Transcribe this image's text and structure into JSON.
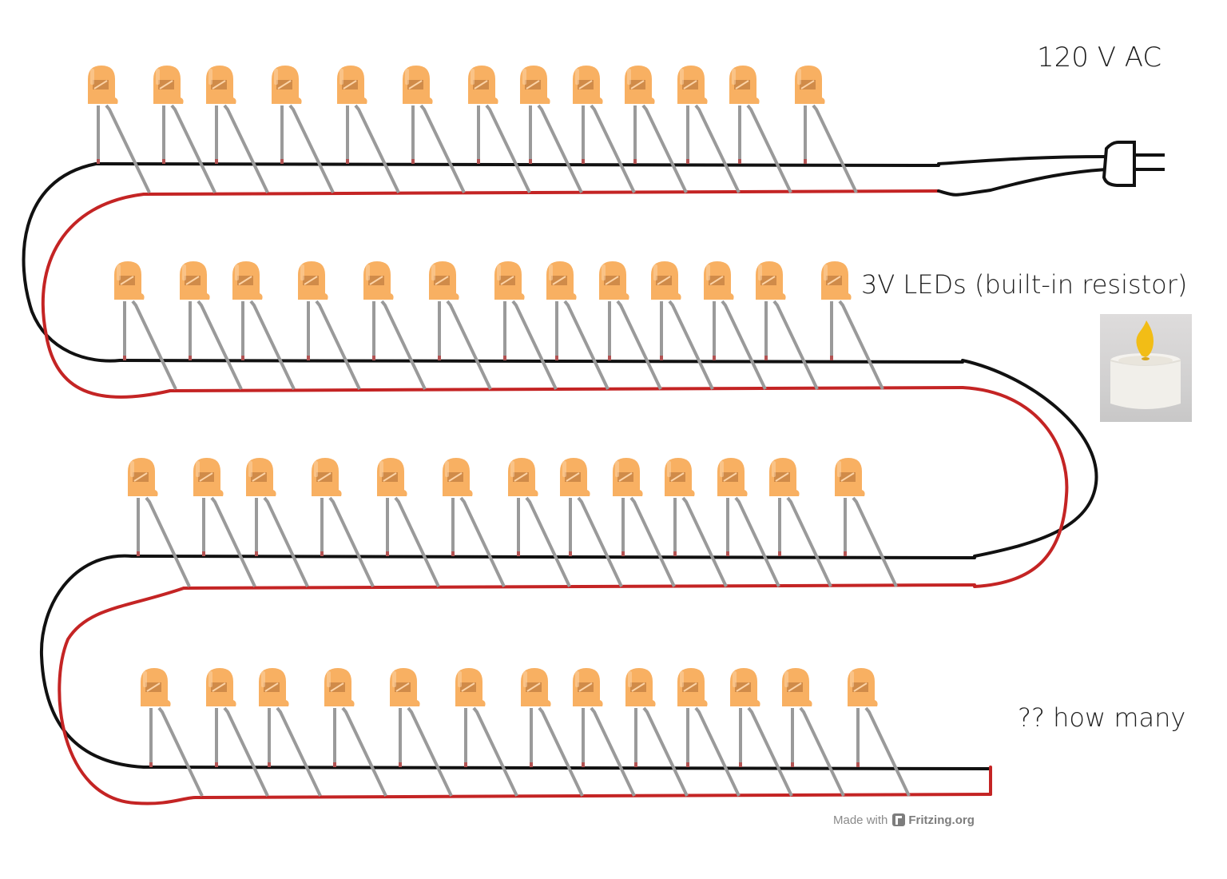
{
  "annotations": {
    "supply": "120 V AC",
    "leds": "3V LEDs (built-in resistor)",
    "question": "?? how many"
  },
  "footer": {
    "prefix": "Made with",
    "brand": "Fritzing.org"
  },
  "image": {
    "subject": "tea light candle"
  },
  "rows": [
    {
      "leds": 13
    },
    {
      "leds": 13
    },
    {
      "leds": 13
    },
    {
      "leds": 13
    }
  ],
  "colors": {
    "led_body": "#f8b062",
    "led_highlight": "#fcd3a6",
    "led_leg": "#9a9a9a",
    "wire_neutral": "#111111",
    "wire_live": "#c42424",
    "candle_flame": "#f2bd16"
  },
  "icons": {
    "plug": "plug-icon",
    "photo": "candle-image"
  }
}
